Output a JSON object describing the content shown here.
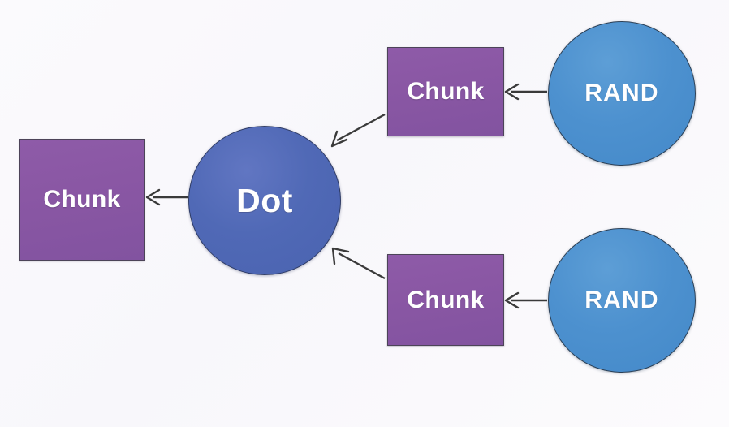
{
  "diagram": {
    "type": "flow-diagram",
    "background_color": "#faf9fc",
    "nodes": [
      {
        "id": "chunk-left",
        "label": "Chunk",
        "shape": "rectangle",
        "fill_color": "#8a57a4",
        "border_color": "#4c4458",
        "text_color": "#ffffff"
      },
      {
        "id": "dot",
        "label": "Dot",
        "shape": "circle",
        "fill_color": "#5069b6",
        "border_color": "#2f3c66",
        "text_color": "#ffffff"
      },
      {
        "id": "chunk-top",
        "label": "Chunk",
        "shape": "rectangle",
        "fill_color": "#8a57a4",
        "border_color": "#4c4458",
        "text_color": "#ffffff"
      },
      {
        "id": "rand-top",
        "label": "RAND",
        "shape": "circle",
        "fill_color": "#4d91cf",
        "border_color": "#2b3f55",
        "text_color": "#ffffff"
      },
      {
        "id": "chunk-bottom",
        "label": "Chunk",
        "shape": "rectangle",
        "fill_color": "#8a57a4",
        "border_color": "#4c4458",
        "text_color": "#ffffff"
      },
      {
        "id": "rand-bottom",
        "label": "RAND",
        "shape": "circle",
        "fill_color": "#4d91cf",
        "border_color": "#2b3f55",
        "text_color": "#ffffff"
      }
    ],
    "edges": [
      {
        "id": "edge-dot-to-chunk-left",
        "from": "dot",
        "to": "chunk-left",
        "style": "straight-horizontal",
        "color": "#3a3a3a"
      },
      {
        "id": "edge-chunk-top-to-dot",
        "from": "chunk-top",
        "to": "dot",
        "style": "diagonal",
        "color": "#3a3a3a"
      },
      {
        "id": "edge-rand-top-to-chunk-top",
        "from": "rand-top",
        "to": "chunk-top",
        "style": "straight-horizontal",
        "color": "#3a3a3a"
      },
      {
        "id": "edge-chunk-bottom-to-dot",
        "from": "chunk-bottom",
        "to": "dot",
        "style": "diagonal",
        "color": "#3a3a3a"
      },
      {
        "id": "edge-rand-bottom-to-chunk-bottom",
        "from": "rand-bottom",
        "to": "chunk-bottom",
        "style": "straight-horizontal",
        "color": "#3a3a3a"
      }
    ]
  }
}
